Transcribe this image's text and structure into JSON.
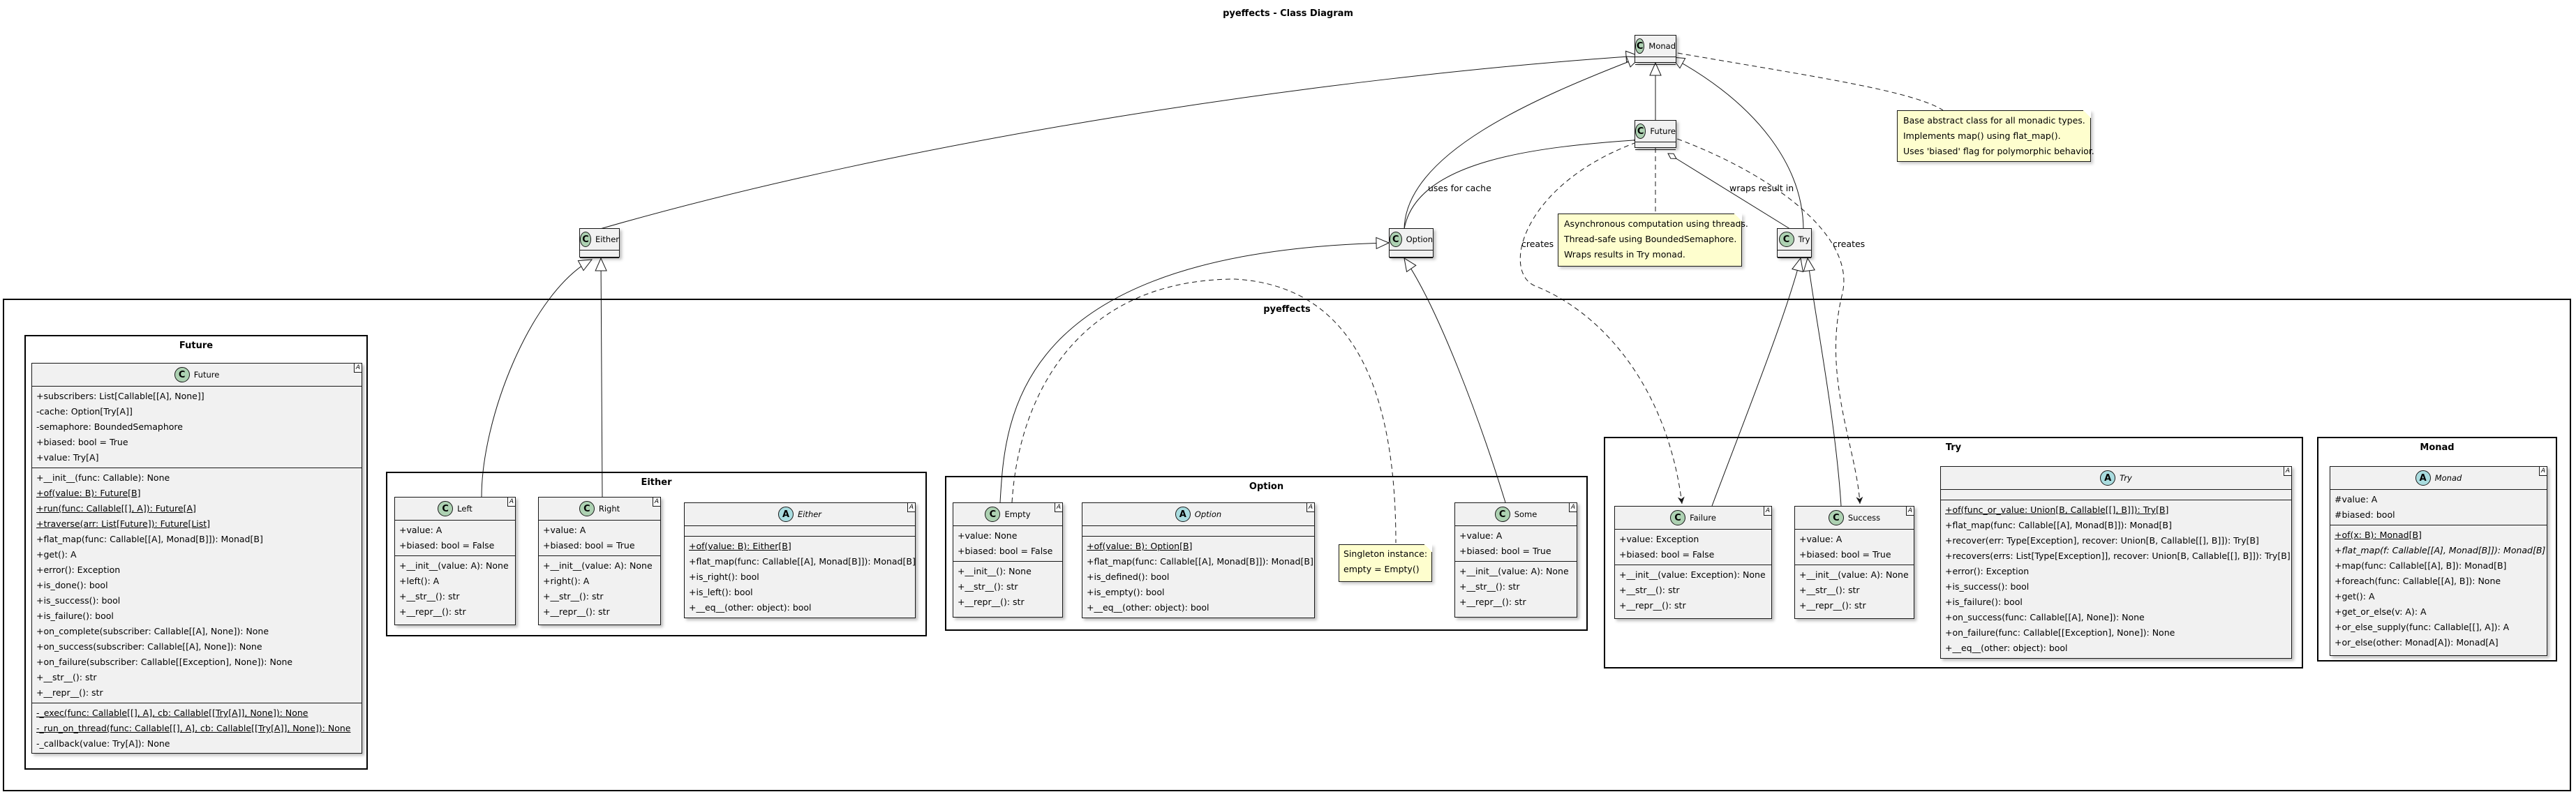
{
  "title": "pyeffects - Class Diagram",
  "packages": {
    "outer": "pyeffects",
    "future": "Future",
    "either": "Either",
    "option": "Option",
    "try": "Try",
    "monad": "Monad"
  },
  "classes": {
    "monad_top": {
      "name": "Monad",
      "kind": "C"
    },
    "future_top": {
      "name": "Future",
      "kind": "C"
    },
    "either_top": {
      "name": "Either",
      "kind": "C"
    },
    "option_top": {
      "name": "Option",
      "kind": "C"
    },
    "try_top": {
      "name": "Try",
      "kind": "C"
    },
    "future": {
      "name": "Future",
      "kind": "C",
      "tag": "A",
      "fields": [
        "+subscribers: List[Callable[[A], None]]",
        "-cache: Option[Try[A]]",
        "-semaphore: BoundedSemaphore",
        "+biased: bool = True",
        "+value: Try[A]"
      ],
      "methods": [
        "+__init__(func: Callable): None",
        "+of(value: B): Future[B]",
        "+run(func: Callable[[], A]): Future[A]",
        "+traverse(arr: List[Future]): Future[List]",
        "+flat_map(func: Callable[[A], Monad[B]]): Monad[B]",
        "+get(): A",
        "+error(): Exception",
        "+is_done(): bool",
        "+is_success(): bool",
        "+is_failure(): bool",
        "+on_complete(subscriber: Callable[[A], None]): None",
        "+on_success(subscriber: Callable[[A], None]): None",
        "+on_failure(subscriber: Callable[[Exception], None]): None",
        "+__str__(): str",
        "+__repr__(): str"
      ],
      "privates": [
        "-_exec(func: Callable[[], A], cb: Callable[[Try[A]], None]): None",
        "-_run_on_thread(func: Callable[[], A], cb: Callable[[Try[A]], None]): None",
        "-_callback(value: Try[A]): None"
      ]
    },
    "left": {
      "name": "Left",
      "kind": "C",
      "tag": "A",
      "fields": [
        "+value: A",
        "+biased: bool = False"
      ],
      "methods": [
        "+__init__(value: A): None",
        "+left(): A",
        "+__str__(): str",
        "+__repr__(): str"
      ]
    },
    "right": {
      "name": "Right",
      "kind": "C",
      "tag": "A",
      "fields": [
        "+value: A",
        "+biased: bool = True"
      ],
      "methods": [
        "+__init__(value: A): None",
        "+right(): A",
        "+__str__(): str",
        "+__repr__(): str"
      ]
    },
    "either": {
      "name": "Either",
      "kind": "A",
      "tag": "A",
      "methods": [
        "+of(value: B): Either[B]",
        "+flat_map(func: Callable[[A], Monad[B]]): Monad[B]",
        "+is_right(): bool",
        "+is_left(): bool",
        "+__eq__(other: object): bool"
      ]
    },
    "empty": {
      "name": "Empty",
      "kind": "C",
      "tag": "A",
      "fields": [
        "+value: None",
        "+biased: bool = False"
      ],
      "methods": [
        "+__init__(): None",
        "+__str__(): str",
        "+__repr__(): str"
      ]
    },
    "option": {
      "name": "Option",
      "kind": "A",
      "tag": "A",
      "methods": [
        "+of(value: B): Option[B]",
        "+flat_map(func: Callable[[A], Monad[B]]): Monad[B]",
        "+is_defined(): bool",
        "+is_empty(): bool",
        "+__eq__(other: object): bool"
      ]
    },
    "some": {
      "name": "Some",
      "kind": "C",
      "tag": "A",
      "fields": [
        "+value: A",
        "+biased: bool = True"
      ],
      "methods": [
        "+__init__(value: A): None",
        "+__str__(): str",
        "+__repr__(): str"
      ]
    },
    "failure": {
      "name": "Failure",
      "kind": "C",
      "tag": "A",
      "fields": [
        "+value: Exception",
        "+biased: bool = False"
      ],
      "methods": [
        "+__init__(value: Exception): None",
        "+__str__(): str",
        "+__repr__(): str"
      ]
    },
    "success": {
      "name": "Success",
      "kind": "C",
      "tag": "A",
      "fields": [
        "+value: A",
        "+biased: bool = True"
      ],
      "methods": [
        "+__init__(value: A): None",
        "+__str__(): str",
        "+__repr__(): str"
      ]
    },
    "try": {
      "name": "Try",
      "kind": "A",
      "tag": "A",
      "methods": [
        "+of(func_or_value: Union[B, Callable[[], B]]): Try[B]",
        "+flat_map(func: Callable[[A], Monad[B]]): Monad[B]",
        "+recover(err: Type[Exception], recover: Union[B, Callable[[], B]]): Try[B]",
        "+recovers(errs: List[Type[Exception]], recover: Union[B, Callable[[], B]]): Try[B]",
        "+error(): Exception",
        "+is_success(): bool",
        "+is_failure(): bool",
        "+on_success(func: Callable[[A], None]): None",
        "+on_failure(func: Callable[[Exception], None]): None",
        "+__eq__(other: object): bool"
      ]
    },
    "monad": {
      "name": "Monad",
      "kind": "A",
      "tag": "A",
      "fields": [
        "#value: A",
        "#biased: bool"
      ],
      "methods": [
        "+of(x: B): Monad[B]",
        "+flat_map(f: Callable[[A], Monad[B]]): Monad[B]",
        "+map(func: Callable[[A], B]): Monad[B]",
        "+foreach(func: Callable[[A], B]): None",
        "+get(): A",
        "+get_or_else(v: A): A",
        "+or_else_supply(func: Callable[[], A]): A",
        "+or_else(other: Monad[A]): Monad[A]"
      ]
    }
  },
  "notes": {
    "monad": [
      "Base abstract class for all monadic types.",
      "Implements map() using flat_map().",
      "Uses 'biased' flag for polymorphic behavior."
    ],
    "future": [
      "Asynchronous computation using threads.",
      "Thread-safe using BoundedSemaphore.",
      "Wraps results in Try monad."
    ],
    "empty": [
      "Singleton instance:",
      "empty = Empty()"
    ]
  },
  "edge_labels": {
    "uses_for_cache": "uses for cache",
    "wraps_result_in": "wraps result in",
    "creates_left": "creates",
    "creates_right": "creates"
  }
}
